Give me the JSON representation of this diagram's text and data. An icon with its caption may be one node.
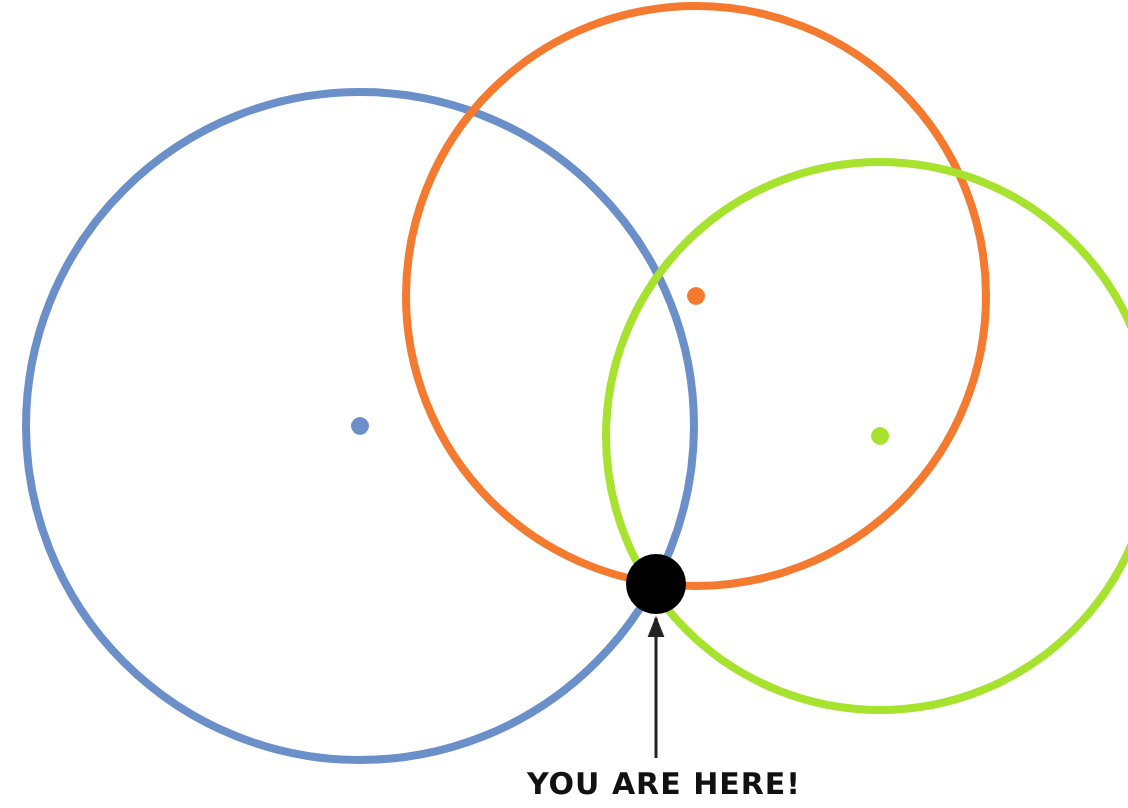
{
  "diagram": {
    "nodes": [
      {
        "text": [
          "YOU ARE HERE!"
        ]
      },
      {
        "text": [],
        "shape": "circle"
      }
    ],
    "edges": [
      {
        "from": 0,
        "to": 1,
        "arrow": "to"
      }
    ]
  }
}
